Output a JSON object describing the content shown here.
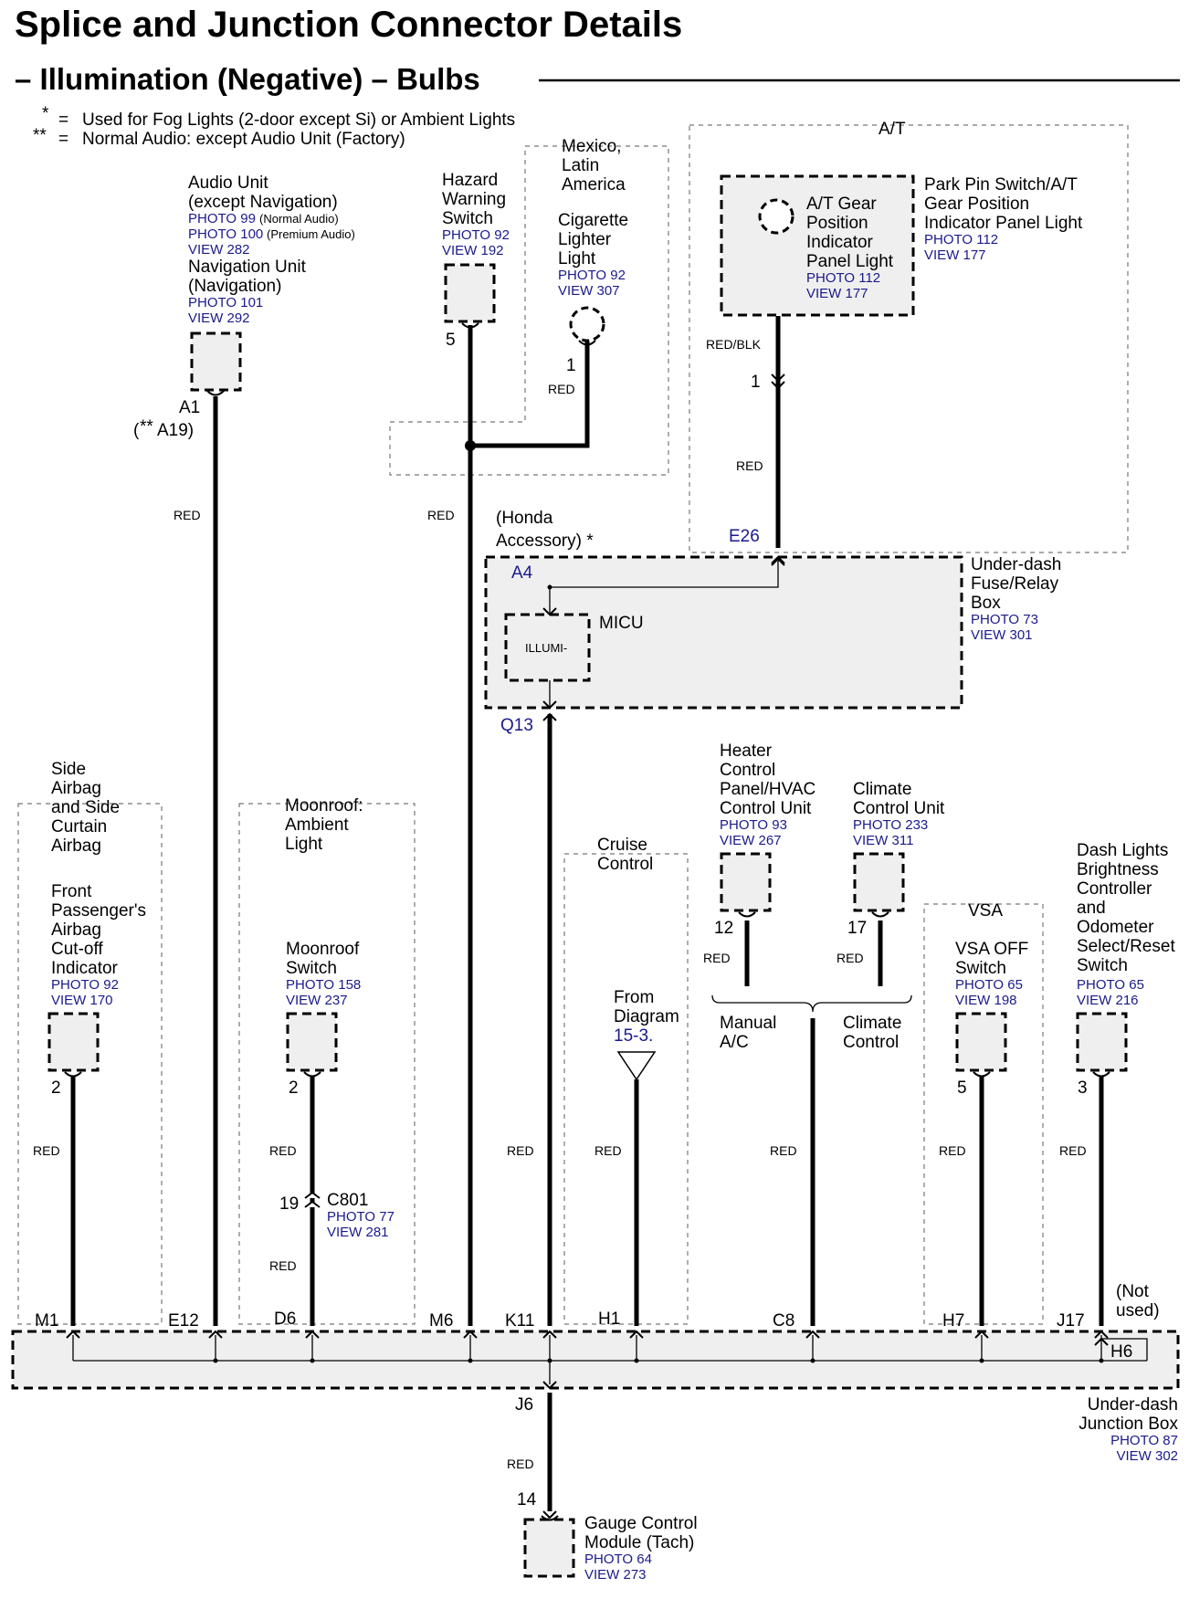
{
  "header": {
    "title": "Splice and Junction Connector Details",
    "subtitle": "– Illumination (Negative) – Bulbs"
  },
  "notes": {
    "n1_mark": "*",
    "n1_eq": "=",
    "n1_text": "Used for Fog Lights (2-door except Si) or Ambient Lights",
    "n2_mark": "**",
    "n2_eq": "=",
    "n2_text": "Normal Audio: except Audio Unit (Factory)"
  },
  "wire_color": "RED",
  "wire_color_at": "RED/BLK",
  "areas": {
    "mexico": [
      "Mexico,",
      "Latin",
      "America"
    ],
    "at": "A/T",
    "honda": [
      "(Honda",
      "Accessory) *"
    ],
    "side_airbag": [
      "Side",
      "Airbag",
      "and Side",
      "Curtain",
      "Airbag"
    ],
    "moonroof": [
      "Moonroof:",
      "Ambient",
      "Light"
    ],
    "cruise": [
      "Cruise",
      "Control"
    ],
    "vsa": "VSA"
  },
  "components": {
    "audio": {
      "name": [
        "Audio Unit",
        "(except Navigation)"
      ],
      "photo1": "PHOTO 99",
      "photo1_note": " (Normal Audio)",
      "photo2": "PHOTO 100",
      "photo2_note": " (Premium Audio)",
      "view": "VIEW 282",
      "name2": [
        "Navigation Unit",
        "(Navigation)"
      ],
      "photo3": "PHOTO 101",
      "view2": "VIEW 292",
      "pin": "A1",
      "pin_alt_a": "(",
      "pin_alt_b": "**",
      "pin_alt_c": " A19)"
    },
    "hazard": {
      "name": [
        "Hazard",
        "Warning",
        "Switch"
      ],
      "photo": "PHOTO 92",
      "view": "VIEW 192",
      "pin": "5"
    },
    "cigar": {
      "name": [
        "Cigarette",
        "Lighter",
        "Light"
      ],
      "photo": "PHOTO 92",
      "view": "VIEW 307",
      "pin": "1"
    },
    "at_gear": {
      "name": [
        "A/T Gear",
        "Position",
        "Indicator",
        "Panel Light"
      ],
      "photo": "PHOTO 112",
      "view": "VIEW 177",
      "pin": "1"
    },
    "park_pin": {
      "name": [
        "Park Pin Switch/A/T",
        "Gear Position",
        "Indicator Panel Light"
      ],
      "photo": "PHOTO 112",
      "view": "VIEW 177"
    },
    "fuse_box": {
      "name": [
        "Under-dash",
        "Fuse/Relay",
        "Box"
      ],
      "photo": "PHOTO 73",
      "view": "VIEW 301",
      "pin_a4": "A4",
      "pin_e26": "E26",
      "pin_q13": "Q13"
    },
    "micu": {
      "name": "MICU",
      "inner": "ILLUMI-"
    },
    "heater": {
      "name": [
        "Heater",
        "Control",
        "Panel/HVAC",
        "Control Unit"
      ],
      "photo": "PHOTO 93",
      "view": "VIEW 267",
      "pin": "12"
    },
    "climate": {
      "name": [
        "Climate",
        "Control Unit"
      ],
      "photo": "PHOTO 233",
      "view": "VIEW 311",
      "pin": "17"
    },
    "branch": {
      "left": [
        "Manual",
        "A/C"
      ],
      "right": [
        "Climate",
        "Control"
      ]
    },
    "from_diag": {
      "name": [
        "From",
        "Diagram"
      ],
      "ref": "15-3."
    },
    "front_pass": {
      "name": [
        "Front",
        "Passenger's",
        "Airbag",
        "Cut-off",
        "Indicator"
      ],
      "photo": "PHOTO 92",
      "view": "VIEW 170",
      "pin": "2"
    },
    "moonroof_sw": {
      "name": [
        "Moonroof",
        "Switch"
      ],
      "photo": "PHOTO 158",
      "view": "VIEW 237",
      "pin": "2"
    },
    "c801": {
      "pin": "19",
      "name": "C801",
      "photo": "PHOTO 77",
      "view": "VIEW 281"
    },
    "vsa_off": {
      "name": [
        "VSA OFF",
        "Switch"
      ],
      "photo": "PHOTO 65",
      "view": "VIEW 198",
      "pin": "5"
    },
    "dash": {
      "name": [
        "Dash Lights",
        "Brightness",
        "Controller",
        "and",
        "Odometer",
        "Select/Reset",
        "Switch"
      ],
      "photo": "PHOTO 65",
      "view": "VIEW 216",
      "pin": "3"
    },
    "jbox": {
      "name": [
        "Under-dash",
        "Junction Box"
      ],
      "photo": "PHOTO 87",
      "view": "VIEW 302"
    },
    "gauge": {
      "name": [
        "Gauge Control",
        "Module (Tach)"
      ],
      "photo": "PHOTO 64",
      "view": "VIEW 273",
      "pin": "14"
    }
  },
  "junction_pins": {
    "m1": "M1",
    "e12": "E12",
    "d6": "D6",
    "m6": "M6",
    "k11": "K11",
    "h1": "H1",
    "c8": "C8",
    "h7": "H7",
    "j17": "J17",
    "h6": "H6",
    "j6": "J6",
    "not_used": [
      "(Not",
      "used)"
    ]
  }
}
